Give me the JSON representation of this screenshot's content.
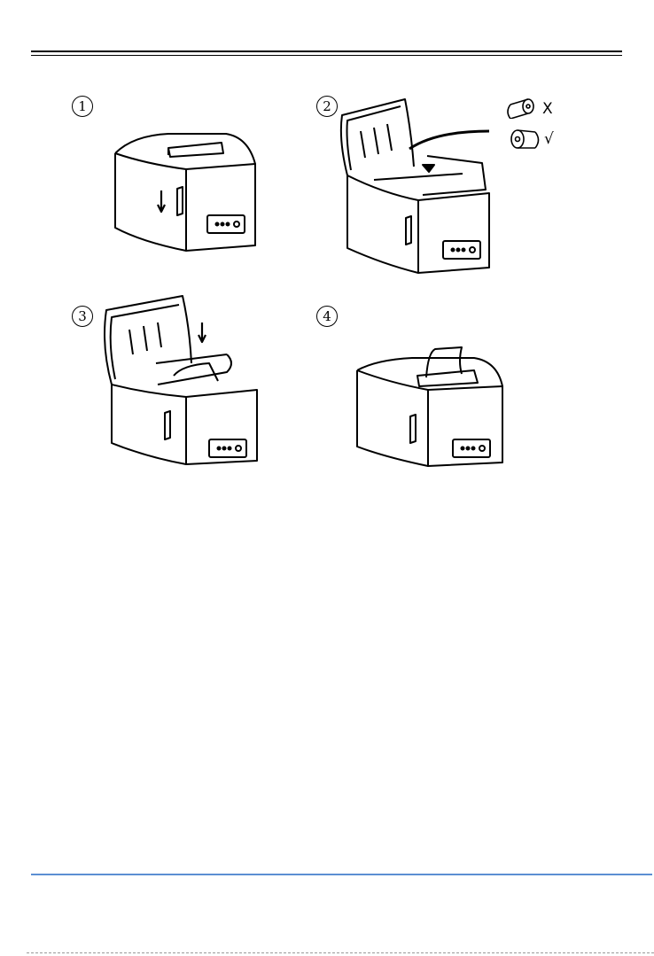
{
  "steps": [
    {
      "number": "1"
    },
    {
      "number": "2"
    },
    {
      "number": "3"
    },
    {
      "number": "4"
    }
  ],
  "roll_orientation": {
    "wrong_mark": "X",
    "correct_mark": "√"
  },
  "colors": {
    "line": "#000000",
    "footer_rule": "#5b8fd3"
  }
}
